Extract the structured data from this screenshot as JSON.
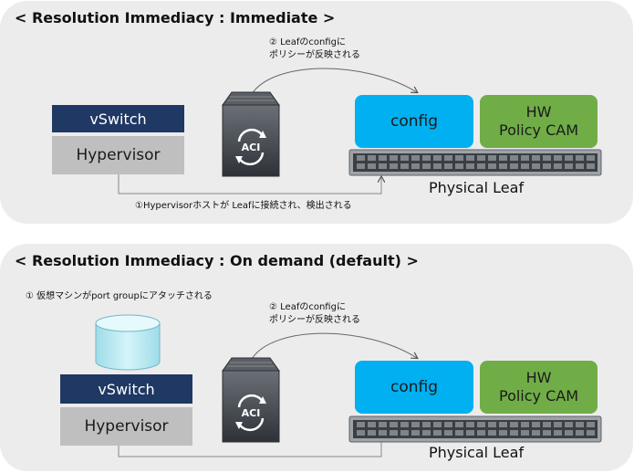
{
  "panels": [
    {
      "title": "< Resolution Immediacy : Immediate >",
      "note_policy_line1": "② Leafのconfigに",
      "note_policy_line2": "ポリシーが反映される",
      "vswitch": "vSwitch",
      "hypervisor": "Hypervisor",
      "config": "config",
      "hw_line1": "HW",
      "hw_line2": "Policy CAM",
      "physical_leaf": "Physical Leaf",
      "note_connect": "①Hypervisorホストが Leafに接続され、検出される",
      "aci_label": "ACI"
    },
    {
      "title": "< Resolution Immediacy : On demand (default) >",
      "note_attach": "① 仮想マシンがport groupにアタッチされる",
      "note_policy_line1": "② Leafのconfigに",
      "note_policy_line2": "ポリシーが反映される",
      "vm": "VM",
      "vswitch": "vSwitch",
      "hypervisor": "Hypervisor",
      "config": "config",
      "hw_line1": "HW",
      "hw_line2": "Policy CAM",
      "physical_leaf": "Physical Leaf",
      "aci_label": "ACI"
    }
  ],
  "colors": {
    "panel_bg": "#ececec",
    "vswitch": "#1f3864",
    "hypervisor": "#bfbfbf",
    "config": "#00b0f0",
    "hw_policy_cam": "#70ad47",
    "vm": "#b7eaf3"
  },
  "icons": [
    "aci-controller-icon",
    "leaf-switch-icon",
    "vm-cylinder-icon"
  ]
}
